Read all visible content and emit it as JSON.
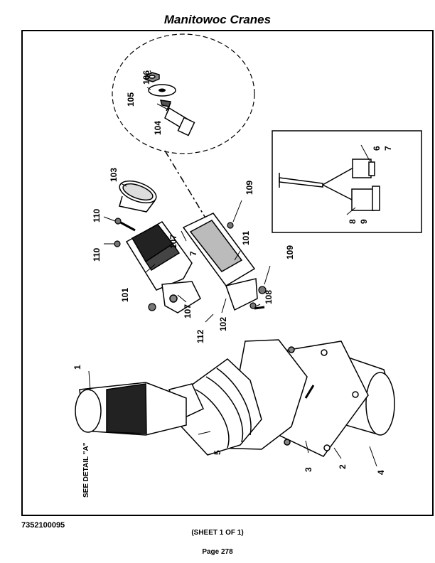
{
  "header": {
    "title": "Manitowoc Cranes"
  },
  "footer": {
    "doc_number": "7352100095",
    "sheet": "(SHEET 1 OF 1)",
    "page": "Page 278"
  },
  "drawing": {
    "detail_note": "SEE DETAIL \"A\"",
    "callouts": {
      "c1": "1",
      "c2": "2",
      "c3": "3",
      "c4": "4",
      "c5": "5",
      "c6": "6",
      "c7": "7",
      "c8": "8",
      "c9": "9",
      "c101a": "101",
      "c101b": "101",
      "c102": "102",
      "c103": "103",
      "c104": "104",
      "c105": "105",
      "c106": "106",
      "c107a": "107",
      "c107b": "107",
      "c108": "108",
      "c109a": "109",
      "c109b": "109",
      "c110a": "110",
      "c110b": "110",
      "c112": "112"
    }
  }
}
